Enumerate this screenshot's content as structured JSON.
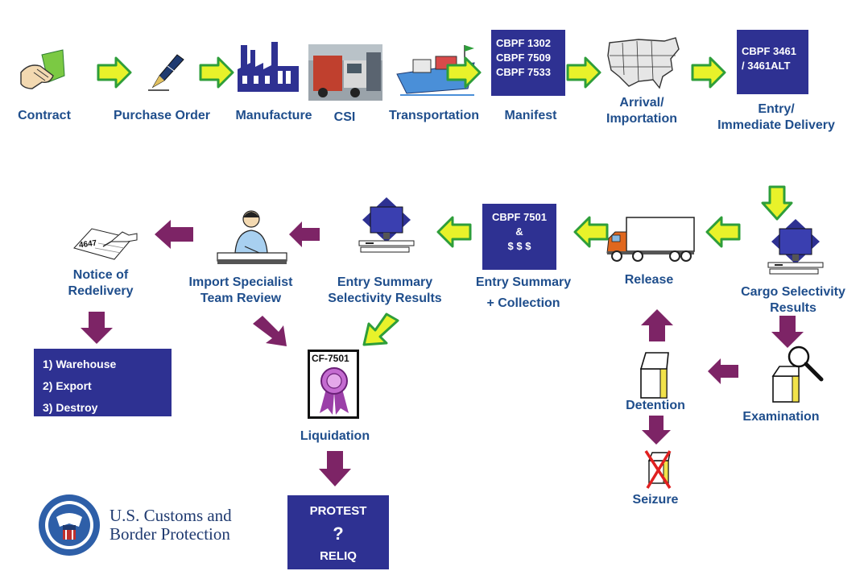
{
  "colors": {
    "box_fill": "#2E3192",
    "label": "#1F4E8C",
    "arrow_green_fill": "#E8F22A",
    "arrow_green_stroke": "#2E9E3A",
    "arrow_purple": "#7D2466"
  },
  "steps": {
    "contract": "Contract",
    "purchase_order": "Purchase Order",
    "manufacture": "Manufacture",
    "csi": "CSI",
    "transportation": "Transportation",
    "manifest": "Manifest",
    "arrival": "Arrival/\nImportation",
    "entry": "Entry/\nImmediate Delivery",
    "cargo_selectivity": "Cargo Selectivity\nResults",
    "release": "Release",
    "entry_summary_collection_1": "Entry Summary",
    "entry_summary_collection_2": "+  Collection",
    "entry_summary_selectivity": "Entry Summary\nSelectivity Results",
    "import_specialist": "Import Specialist\nTeam Review",
    "notice_redelivery": "Notice of\nRedelivery",
    "examination": "Examination",
    "detention": "Detention",
    "seizure": "Seizure",
    "liquidation": "Liquidation"
  },
  "boxes": {
    "manifest_forms": [
      "CBPF 1302",
      "CBPF 7509",
      "CBPF 7533"
    ],
    "entry_forms": [
      "CBPF 3461",
      "/ 3461ALT"
    ],
    "collection_forms": [
      "CBPF 7501",
      "&",
      "$ $ $"
    ],
    "redelivery_options": [
      "1) Warehouse",
      "2) Export",
      "3) Destroy"
    ],
    "protest": [
      "PROTEST",
      "?",
      "RELIQ"
    ]
  },
  "icons": {
    "liquidation_doc_label": "CF-7501",
    "redelivery_doc_number": "4647"
  },
  "logo": {
    "line1": "U.S. Customs and",
    "line2": "Border Protection"
  }
}
